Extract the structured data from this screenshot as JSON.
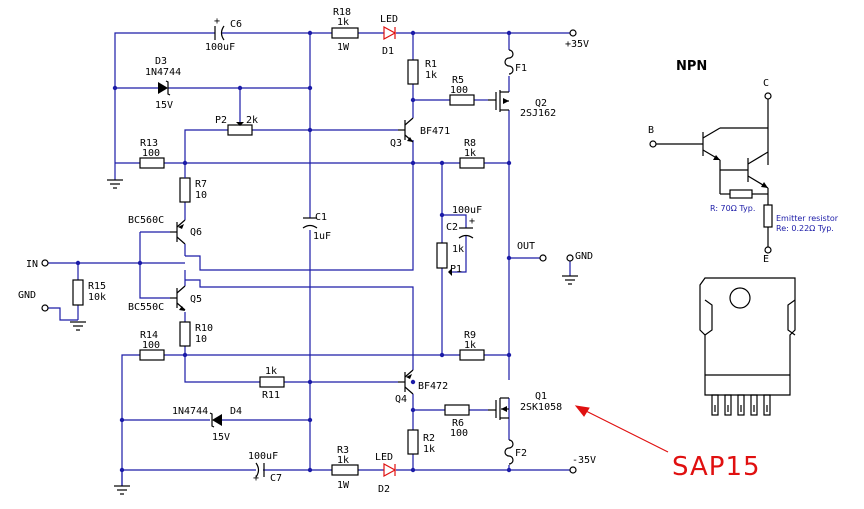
{
  "labels": {
    "c6": "C6",
    "c6_val": "100uF",
    "r18": "R18",
    "r18_val": "1k",
    "r18_w": "1W",
    "led1": "LED",
    "d1": "D1",
    "pos_rail": "+35V",
    "d3": "D3",
    "d3_val": "1N4744",
    "d3_v": "15V",
    "r1": "R1",
    "r1_val": "1k",
    "f1": "F1",
    "r5": "R5",
    "r5_val": "100",
    "q2": "Q2",
    "q2_val": "2SJ162",
    "p2": "P2",
    "p2_val": "2k",
    "q3": "Q3",
    "q3_val": "BF471",
    "r13": "R13",
    "r13_val": "100",
    "r8": "R8",
    "r8_val": "1k",
    "r7": "R7",
    "r7_val": "10",
    "c1": "C1",
    "c1_val": "1uF",
    "c2": "C2",
    "c2_val": "100uF",
    "p1": "P1",
    "p1_val": "1k",
    "q6": "Q6",
    "q6_val": "BC560C",
    "in": "IN",
    "out": "OUT",
    "gnd_out": "GND",
    "r15": "R15",
    "r15_val": "10k",
    "gnd_in": "GND",
    "q5": "Q5",
    "q5_val": "BC550C",
    "r10": "R10",
    "r10_val": "10",
    "r14": "R14",
    "r14_val": "100",
    "r9": "R9",
    "r9_val": "1k",
    "r11": "R11",
    "r11_val": "1k",
    "q4": "Q4",
    "q4_val": "BF472",
    "q1": "Q1",
    "q1_val": "2SK1058",
    "d4": "D4",
    "d4_val": "1N4744",
    "d4_v": "15V",
    "r6": "R6",
    "r6_val": "100",
    "r2": "R2",
    "r2_val": "1k",
    "f2": "F2",
    "c7": "C7",
    "c7_val": "100uF",
    "r3": "R3",
    "r3_val": "1k",
    "r3_w": "1W",
    "led2": "LED",
    "d2": "D2",
    "neg_rail": "-35V"
  },
  "npn": {
    "title": "NPN",
    "c": "C",
    "b": "B",
    "e": "E",
    "r_label": "R: 70Ω Typ.",
    "re_label1": "Emitter resistor",
    "re_label2": "Re: 0.22Ω Typ."
  },
  "callout": "SAP15",
  "colors": {
    "wire": "#1c1ca8",
    "callout": "#e01010",
    "led": "#e01010"
  }
}
